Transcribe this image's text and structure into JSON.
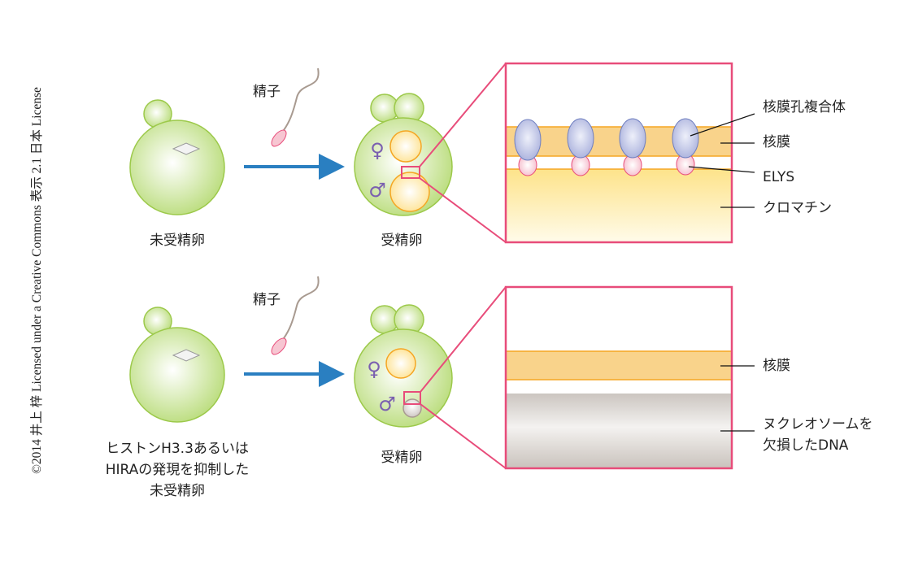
{
  "license": "©2014 井上 梓 Licensed under a Creative Commons 表示 2.1 日本 License",
  "top": {
    "unfertilized_label": "未受精卵",
    "sperm_label": "精子",
    "fertilized_label": "受精卵",
    "female_symbol": "♀",
    "male_symbol": "♂",
    "callouts": [
      "核膜孔複合体",
      "核膜",
      "ELYS",
      "クロマチン"
    ]
  },
  "bottom": {
    "unfertilized_label_lines": [
      "ヒストンH3.3あるいは",
      "HIRAの発現を抑制した",
      "未受精卵"
    ],
    "sperm_label": "精子",
    "fertilized_label": "受精卵",
    "female_symbol": "♀",
    "male_symbol": "♂",
    "callouts": [
      "核膜",
      "ヌクレオソームを",
      "欠損したDNA"
    ]
  },
  "colors": {
    "arrow": "#2a7fc1",
    "zoom_frame": "#e84c7a",
    "cell": "#a8cf5a",
    "membrane": "#f9d38b",
    "pore": "#b3b9e0",
    "elys": "#f7c6d2"
  }
}
